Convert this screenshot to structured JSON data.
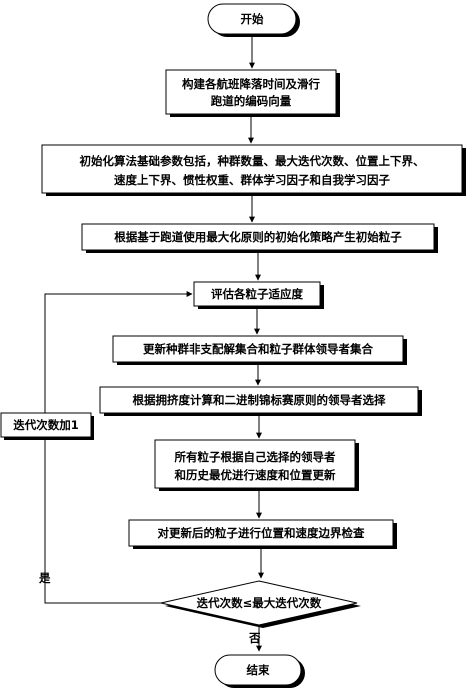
{
  "nodes": {
    "start": "开始",
    "build_line1": "构建各航班降落时间及滑行",
    "build_line2": "跑道的编码向量",
    "init_line1": "初始化算法基础参数包括，种群数量、最大迭代次数、位置上下界、",
    "init_line2": "速度上下界、惯性权重、群体学习因子和自我学习因子",
    "generate": "根据基于跑道使用最大化原则的初始化策略产生初始粒子",
    "evaluate": "评估各粒子适应度",
    "update_sets": "更新种群非支配解集合和粒子群体领导者集合",
    "select_leader": "根据拥挤度计算和二进制锦标赛原则的领导者选择",
    "update_line1": "所有粒子根据自己选择的领导者",
    "update_line2": "和历史最优进行速度和位置更新",
    "boundary": "对更新后的粒子进行位置和速度边界检查",
    "decision": "迭代次数≤最大迭代次数",
    "increment": "迭代次数加1",
    "end": "结束"
  },
  "edges": {
    "yes": "是",
    "no": "否"
  }
}
